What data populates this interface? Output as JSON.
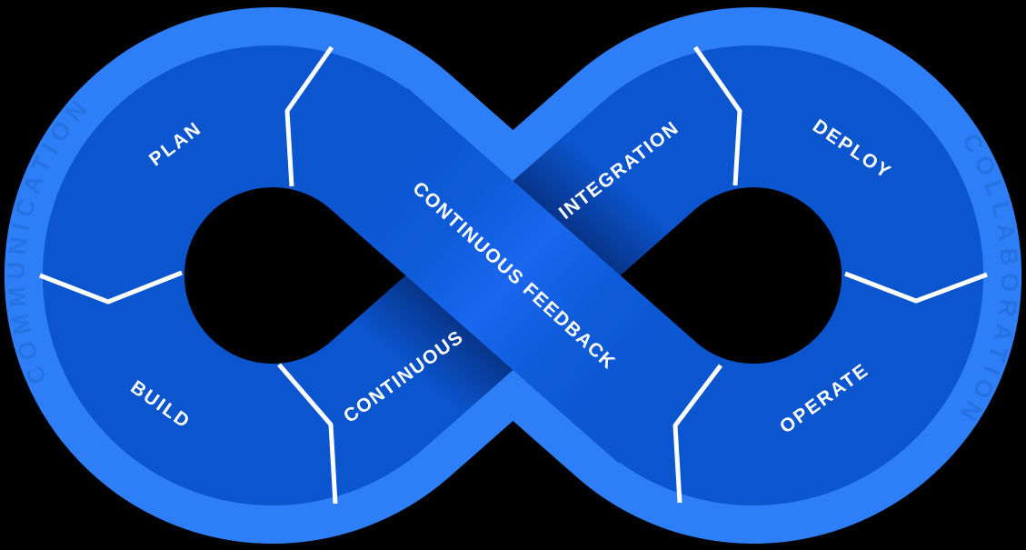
{
  "diagram": {
    "name": "devops-infinity-loop",
    "shape": "infinity-ribbon"
  },
  "labels": {
    "plan": "PLAN",
    "build": "BUILD",
    "deploy": "DEPLOY",
    "operate": "OPERATE",
    "continuous": "CONTINUOUS",
    "integration": "INTEGRATION",
    "feedback": "CONTINUOUS FEEDBACK"
  },
  "watermarks": {
    "left": "COMMUNICATION",
    "right": "COLLABORATION"
  },
  "colors": {
    "background": "#000000",
    "rim": "#2E7FF7",
    "surface": "#0B55CE",
    "band_mid": "#0E5BD9",
    "band_highlight": "#1A66EE",
    "shadow": "#041A52",
    "divider": "#FFFFFF",
    "label": "#FFFFFF",
    "watermark": "#083A8F"
  }
}
